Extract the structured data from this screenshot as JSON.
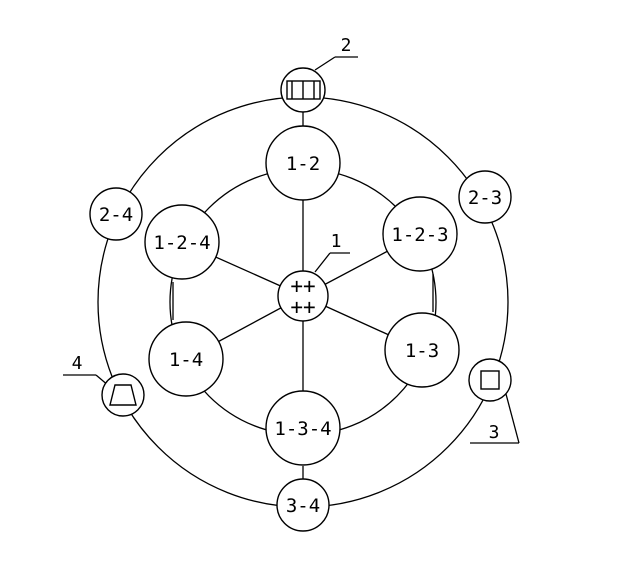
{
  "diagram": {
    "hub": {
      "line1": "++",
      "line2": "++"
    },
    "inner_nodes": [
      "1-2",
      "1-2-3",
      "1-3",
      "1-3-4",
      "1-4",
      "1-2-4"
    ],
    "outer_nodes": [
      "2-3",
      "3-4",
      "2-4"
    ],
    "callouts": {
      "hub": "1",
      "top_port": "2",
      "right_port": "3",
      "left_port": "4"
    }
  }
}
